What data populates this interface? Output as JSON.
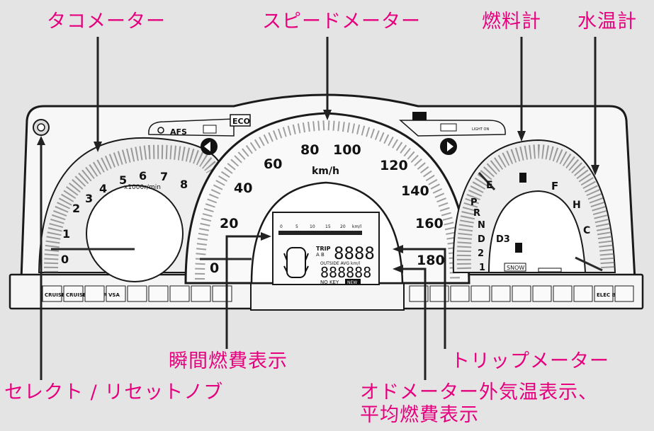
{
  "callouts": {
    "tachometer": "タコメーター",
    "speedometer": "スピードメーター",
    "fuel_gauge": "燃料計",
    "temp_gauge": "水温計",
    "instant_fuel": "瞬間燃費表示",
    "trip_meter": "トリップメーター",
    "select_reset": "セレクト / リセットノブ",
    "odo_line1": "オドメーター外気温表示、",
    "odo_line2": "平均燃費表示"
  },
  "tacho": {
    "ticks": [
      "0",
      "1",
      "2",
      "3",
      "4",
      "5",
      "6",
      "7",
      "8"
    ],
    "unit": "x1000r/min"
  },
  "speedo": {
    "ticks": [
      "0",
      "20",
      "40",
      "60",
      "80",
      "100",
      "120",
      "140",
      "160",
      "180"
    ],
    "unit": "km/h"
  },
  "fuel": {
    "empty": "E",
    "full": "F"
  },
  "temp": {
    "cold": "C",
    "hot": "H"
  },
  "gear": {
    "positions": [
      "P",
      "R",
      "N",
      "D",
      "D3",
      "2",
      "1"
    ]
  },
  "lcd": {
    "bar_scale": [
      "0",
      "5",
      "10",
      "15",
      "20",
      "km/l"
    ],
    "trip_label": "TRIP",
    "trip_sub": "A B",
    "trip_value": "8888",
    "outside_label": "OUTSIDE AVG km/l",
    "odo_value": "888888",
    "no_key": "NO KEY",
    "new_label": "NEW"
  },
  "top_badges": {
    "afs": "AFS",
    "eco": "ECO",
    "light": "LIGHT ON"
  },
  "snow": "SNOW",
  "warn_left": [
    "CRUISE MAIN",
    "CRUISE CONTROL",
    "",
    "VSA",
    "",
    "",
    "",
    "",
    ""
  ],
  "warn_right": [
    "",
    "",
    "",
    "",
    "",
    "",
    "",
    "",
    "",
    "ELEC BOOST",
    ""
  ],
  "colors": {
    "accent": "#e6007e",
    "bezel": "#f7f7f7",
    "line": "#1a1a1a"
  }
}
